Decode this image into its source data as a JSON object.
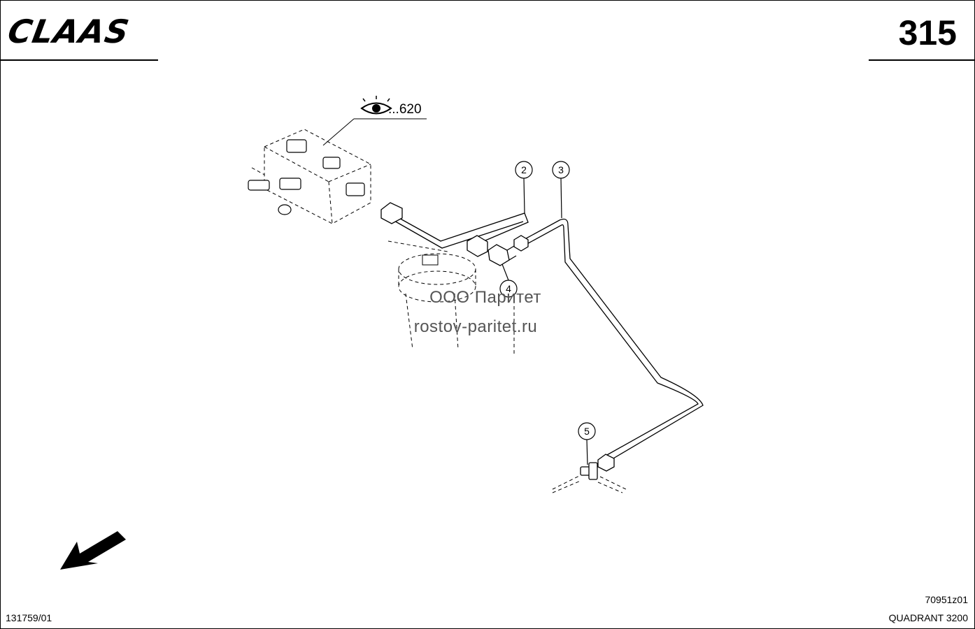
{
  "header": {
    "brand": "CLAAS",
    "page_number": "315"
  },
  "diagram": {
    "reference_label": "...620",
    "callouts": [
      "2",
      "3",
      "4",
      "5"
    ],
    "watermark_line1": "ООО Паритет",
    "watermark_line2": "rostov-paritet.ru"
  },
  "footer": {
    "drawing_number": "131759/01",
    "image_code": "70951z01",
    "model": "QUADRANT 3200"
  }
}
